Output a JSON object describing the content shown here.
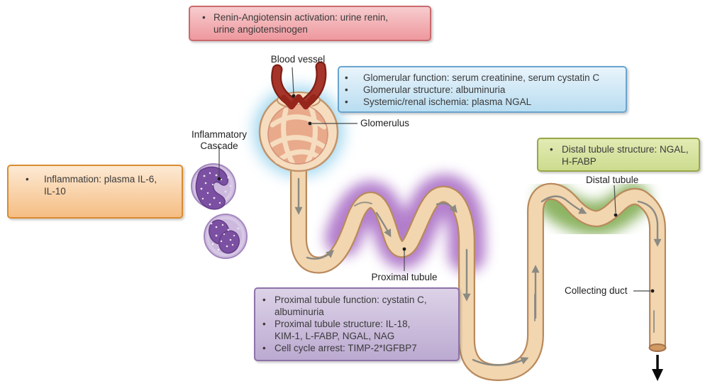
{
  "bullet": "•",
  "callouts": {
    "renin": {
      "items": [
        "Renin-Angiotensin activation: urine renin,\nurine angiotensinogen"
      ]
    },
    "glomerular": {
      "items": [
        "Glomerular function: serum creatinine, serum cystatin C",
        "Glomerular structure: albuminuria",
        "Systemic/renal ischemia: plasma NGAL"
      ]
    },
    "distal": {
      "items": [
        "Distal tubule structure: NGAL,\nH-FABP"
      ]
    },
    "inflammation": {
      "items": [
        "Inflammation: plasma IL-6,\nIL-10"
      ]
    },
    "proximal": {
      "items": [
        "Proximal tubule function: cystatin C,\nalbuminuria",
        "Proximal tubule structure: IL-18,\nKIM-1, L-FABP, NGAL, NAG",
        "Cell cycle arrest: TIMP-2*IGFBP7"
      ]
    }
  },
  "labels": {
    "blood_vessel": "Blood vessel",
    "glomerulus": "Glomerulus",
    "inflammatory_cascade": "Inflammatory\nCascade",
    "proximal_tubule": "Proximal tubule",
    "distal_tubule": "Distal tubule",
    "collecting_duct": "Collecting duct"
  },
  "colors": {
    "pink-border": "#c96a6e",
    "pink-top": "#f7ccce",
    "pink-bottom": "#ee989e",
    "blue-border": "#69a5ce",
    "blue-top": "#e9f4fb",
    "blue-bottom": "#b9ddf1",
    "green-border": "#98a648",
    "green-top": "#e2ebb4",
    "green-bottom": "#ccdc8e",
    "orange-border": "#da8b30",
    "orange-top": "#fdead4",
    "orange-bottom": "#f5bd83",
    "purple-border": "#8f72a9",
    "purple-top": "#dcd2e7",
    "purple-bottom": "#bcaad1",
    "box-text": "#3a3a3a",
    "label-color": "#1f1f1f",
    "pointer": "#4a4a4a",
    "tube-fill": "#f2d6b0",
    "tube-border": "#b98a5c",
    "arrow": "#8a8a82",
    "glow-blue": "#8ecfec",
    "glow-purple": "#a05fc0",
    "glow-green": "#71a23e",
    "glow-indigo": "#4f55a8",
    "ball-fill": "#f6ddc0",
    "ball-border": "#c3946a",
    "tuft-fill": "#e8aa8b",
    "tuft-border": "#d4957a",
    "vessel-dark": "#7e1f16",
    "vessel-mid": "#a5342a",
    "vessel-knot": "#96251c",
    "cell-fill": "#cdb9dd",
    "cell-border": "#a287bd",
    "nucleus-fill": "#7b50a2",
    "nucleus-border": "#643c87",
    "exit-arrow": "#0a0a0a",
    "duct-open": "#d19a63",
    "duct-open-rim": "#a3714a"
  }
}
